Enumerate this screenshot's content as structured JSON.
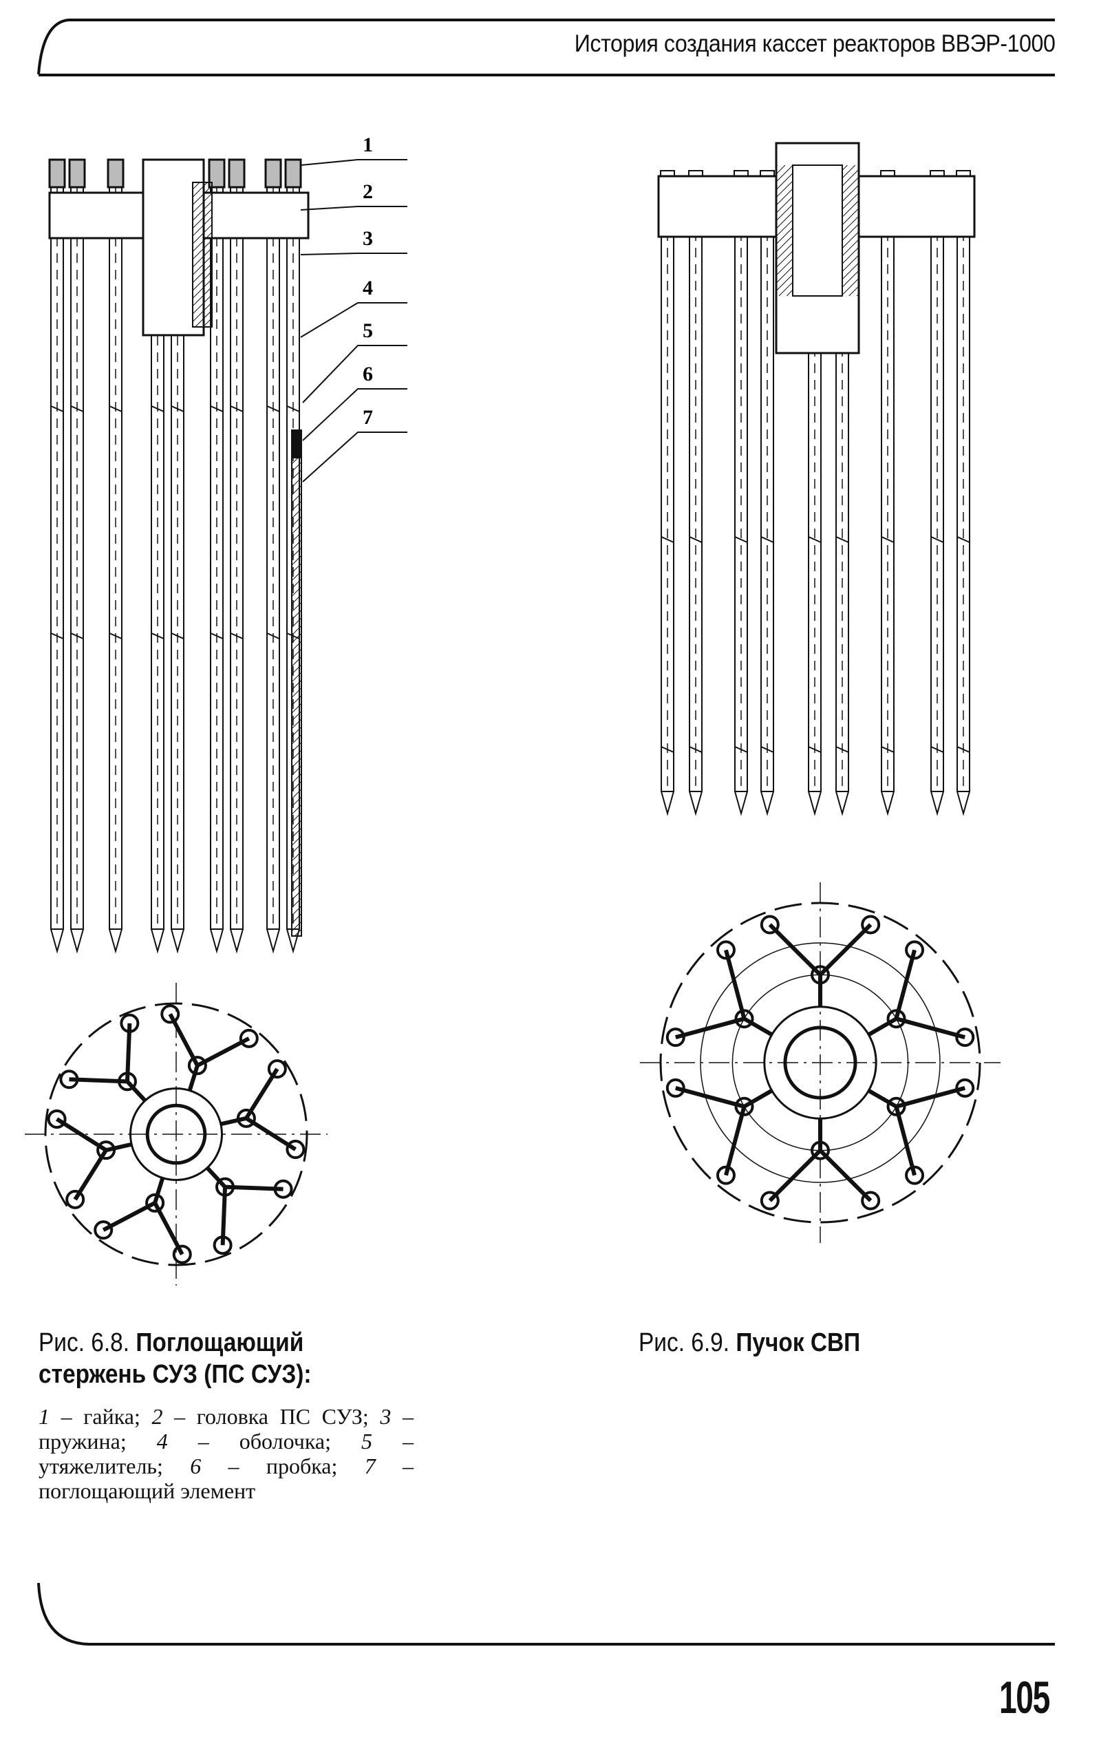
{
  "header": {
    "running_title": "История создания кассет реакторов ВВЭР-1000"
  },
  "figure_6_8": {
    "caption_prefix": "Рис. 6.8.",
    "caption_title": "Поглощающий стержень СУЗ (ПС СУЗ):",
    "callouts": [
      "1",
      "2",
      "3",
      "4",
      "5",
      "6",
      "7"
    ],
    "legend": [
      {
        "num": "1",
        "text": "– гайка;"
      },
      {
        "num": "2",
        "text": "– головка ПС СУЗ;"
      },
      {
        "num": "3",
        "text": "– пружина;"
      },
      {
        "num": "4",
        "text": "– оболочка;"
      },
      {
        "num": "5",
        "text": "– утяжелитель;"
      },
      {
        "num": "6",
        "text": "– пробка;"
      },
      {
        "num": "7",
        "text": "– поглощающий элемент"
      }
    ]
  },
  "figure_6_9": {
    "caption_prefix": "Рис. 6.9.",
    "caption_title": "Пучок СВП"
  },
  "footer": {
    "page_number": "105"
  }
}
